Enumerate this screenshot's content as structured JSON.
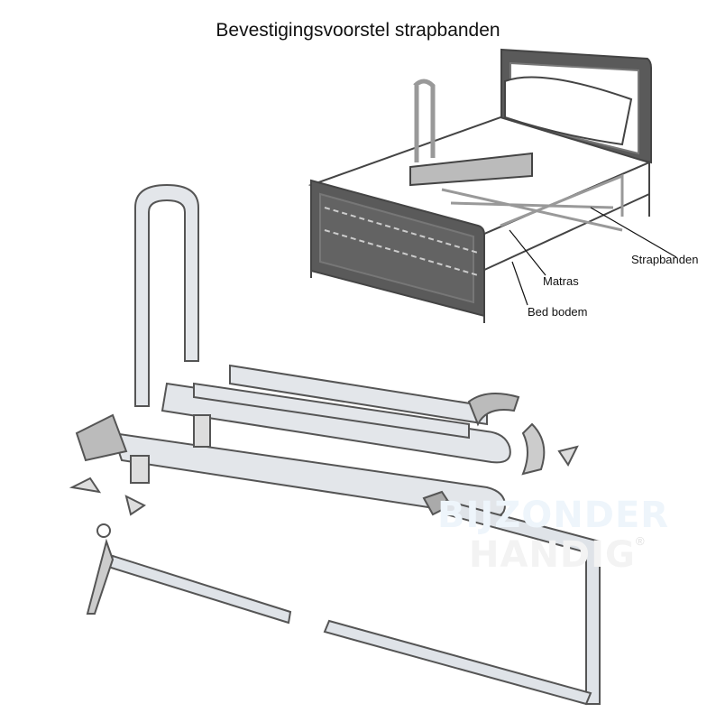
{
  "title": "Bevestigingsvoorstel strapbanden",
  "labels": {
    "strapbanden": "Strapbanden",
    "matras": "Matras",
    "bed_bodem": "Bed bodem"
  },
  "watermark": {
    "line1": "BIJZONDER",
    "line2": "HANDIG",
    "mark": "®"
  },
  "colors": {
    "headboard": "#5a5a5a",
    "rail": "#d9dde2",
    "outline": "#555555",
    "watermark": "#eef5fb"
  }
}
